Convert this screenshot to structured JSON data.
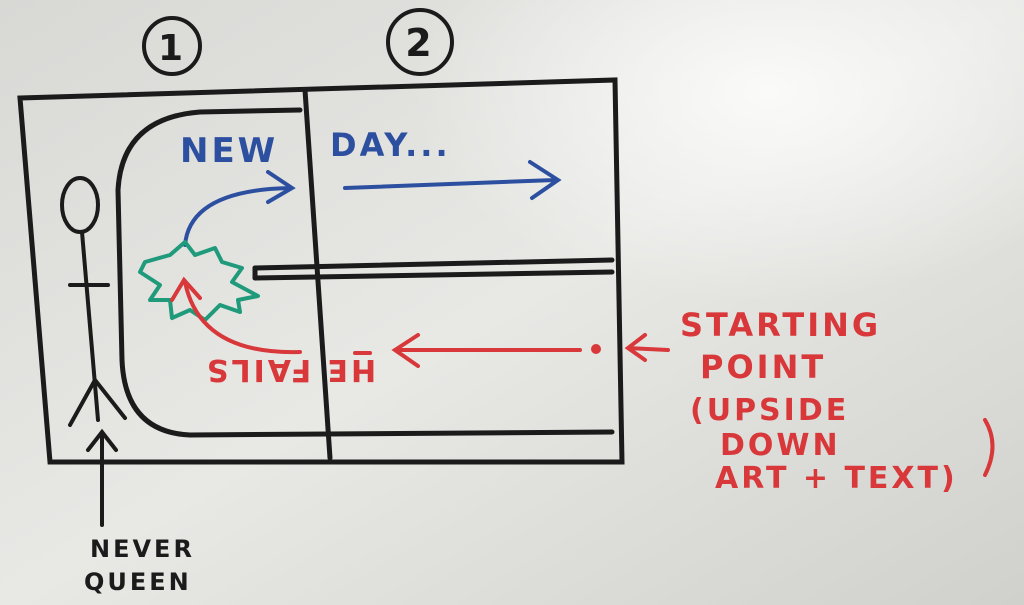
{
  "panels": {
    "one": "1",
    "two": "2"
  },
  "blue_text": {
    "new": "NEW",
    "day": "DAY..."
  },
  "red_text": {
    "fails": "HE FAILS",
    "starting_1": "STARTING",
    "starting_2": "POINT",
    "note_1": "(UPSIDE",
    "note_2": "DOWN",
    "note_3": "ART + TEXT)"
  },
  "label": {
    "line1": "NEVER",
    "line2": "QUEEN"
  },
  "colors": {
    "black": "#1b1b1b",
    "blue": "#2c4fa0",
    "red": "#d8383a",
    "green": "#1f9a7a",
    "board": "#e4e4e1"
  }
}
